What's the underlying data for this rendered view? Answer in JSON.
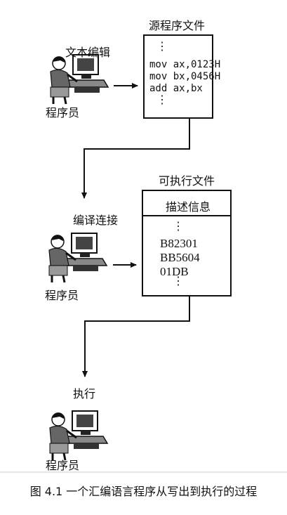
{
  "source_title": "源程序文件",
  "exec_title": "可执行文件",
  "stage1_label": "文本编辑",
  "stage2_label": "编译连接",
  "stage3_label": "执行",
  "programmer_label": "程序员",
  "code_lines": [
    "mov ax,0123H",
    "mov bx,0456H",
    "add ax,bx"
  ],
  "exec_header": "描述信息",
  "hex_lines": [
    "B82301",
    "BB5604",
    "01DB"
  ],
  "dot": "⋮",
  "caption": "图 4.1    一个汇编语言程序从写出到执行的过程"
}
